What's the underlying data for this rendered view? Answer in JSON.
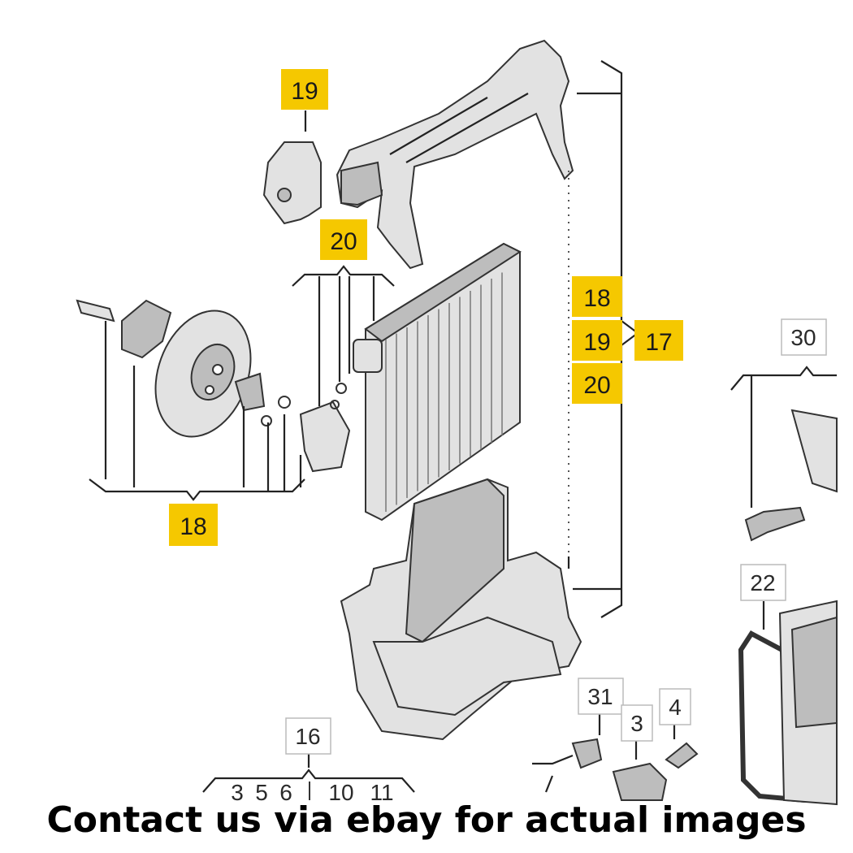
{
  "callouts_highlighted": {
    "part_19_top": "19",
    "part_20_top": "20",
    "part_18_left": "18",
    "group_18": "18",
    "group_19": "19",
    "group_20": "20",
    "assembly_17": "17"
  },
  "callouts_plain": {
    "part_30": "30",
    "part_22": "22",
    "part_31": "31",
    "part_3": "3",
    "part_4": "4",
    "part_16": "16",
    "sub_3": "3",
    "sub_5": "5",
    "sub_6": "6",
    "sub_10": "10",
    "sub_11": "11"
  },
  "caption": "Contact us via ebay for actual images",
  "colors": {
    "highlight": "#f5c800",
    "background": "#ffffff",
    "part_fill": "#e2e2e2"
  }
}
